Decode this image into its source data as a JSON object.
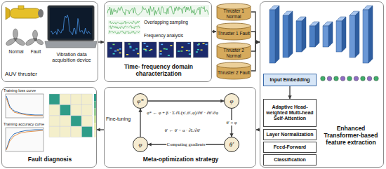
{
  "diagram": {
    "nodes": [
      {
        "text": [
          "AUV thruster",
          "Vibration data acquisition device"
        ]
      },
      {
        "text": [
          "Time- frequency domain characterization"
        ]
      },
      {
        "text": [
          "Thruster 1 Normal"
        ]
      },
      {
        "text": [
          "Thruster 1 Fault"
        ]
      },
      {
        "text": [
          "Thruster 2 Normal"
        ]
      },
      {
        "text": [
          "Thruster 2 Fault"
        ]
      },
      {
        "text": [
          "Enhanced Transformer-based feature extraction"
        ]
      },
      {
        "text": [
          "Input Embedding"
        ],
        "in": 6
      },
      {
        "text": [
          "Adaptive Head-weighted Multi-head Self-Attention"
        ],
        "in": 6
      },
      {
        "text": [
          "Layer Normalization"
        ],
        "in": 6
      },
      {
        "text": [
          "Feed-Forward"
        ],
        "in": 6
      },
      {
        "text": [
          "Classification"
        ],
        "in": 6
      },
      {
        "text": [
          "Meta-optimization strategy"
        ]
      },
      {
        "text": [
          "φ*"
        ],
        "in": 12
      },
      {
        "text": [
          "φ"
        ],
        "in": 12
      },
      {
        "text": [
          "θ'"
        ],
        "in": 12
      },
      {
        "text": [
          "φ"
        ],
        "in": 12
      },
      {
        "text": [
          "Fault diagnosis"
        ]
      }
    ],
    "edges": [
      {
        "from": 0,
        "to": 1,
        "arrow": "to"
      },
      {
        "from": 1,
        "to": 3,
        "arrow": "to"
      },
      {
        "from": 2,
        "to": 6,
        "arrow": "to"
      },
      {
        "from": 3,
        "to": 6,
        "arrow": "to"
      },
      {
        "from": 4,
        "to": 6,
        "arrow": "to"
      },
      {
        "from": 5,
        "to": 6,
        "arrow": "to"
      },
      {
        "from": 6,
        "to": 12,
        "arrow": "to"
      },
      {
        "from": 12,
        "to": 17,
        "arrow": "to"
      },
      {
        "from": 7,
        "to": 8,
        "arrow": "to"
      },
      {
        "from": 13,
        "to": 14,
        "arrow": "to"
      },
      {
        "from": 14,
        "to": 15,
        "label": "θ' = φ",
        "arrow": "to"
      },
      {
        "from": 15,
        "to": 16,
        "label": "Computing gradients",
        "arrow": "to"
      },
      {
        "from": 16,
        "to": 13,
        "arrow": "to"
      }
    ],
    "labels": [
      "Normal",
      "Fault",
      "Overlapping sampling",
      "Frequency analysis",
      "φ* ← φ + β · Σ ∂L(x'ᵢ,θ'ᵢ,φ)/∂θ' · ∂θ'/∂φ",
      "θ' ← θ' − α · ∂L/∂θ'",
      "Fine-tuning",
      "Training loss curve",
      "Training accuracy curve"
    ]
  }
}
